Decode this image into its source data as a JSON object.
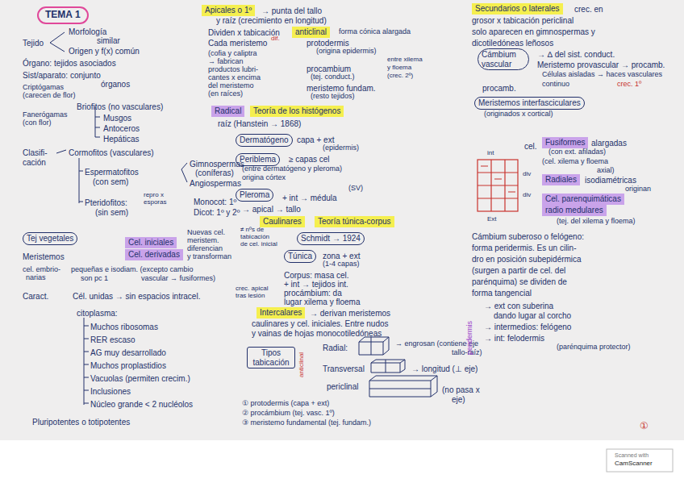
{
  "diagram": {
    "nodes": [
      {
        "text": [
          "TEMA 1"
        ]
      },
      {
        "text": [
          "Tej vegetales"
        ]
      },
      {
        "text": [
          "Cel. iniciales"
        ]
      },
      {
        "text": [
          "Cel. derivadas"
        ]
      },
      {
        "text": [
          "Apicales o 1º"
        ]
      },
      {
        "text": [
          "anticlinal"
        ]
      },
      {
        "text": [
          "Radical"
        ]
      },
      {
        "text": [
          "Teoría de los histógenos"
        ]
      },
      {
        "text": [
          "Dermatógeno"
        ]
      },
      {
        "text": [
          "Periblema"
        ]
      },
      {
        "text": [
          "Pleroma"
        ]
      },
      {
        "text": [
          "Caulinares"
        ]
      },
      {
        "text": [
          "Teoría túnica-corpus"
        ]
      },
      {
        "text": [
          "Schmidt → 1924"
        ]
      },
      {
        "text": [
          "Túnica"
        ]
      },
      {
        "text": [
          "Intercalares"
        ]
      },
      {
        "text": [
          "Tipos tabicación"
        ]
      },
      {
        "text": [
          "Secundarios o laterales"
        ]
      },
      {
        "text": [
          "Cámbium vascular"
        ]
      },
      {
        "text": [
          "Meristemos interfasciculares"
        ]
      },
      {
        "text": [
          "Fusiformes"
        ]
      },
      {
        "text": [
          "Radiales"
        ]
      },
      {
        "text": [
          "Cel. parenquimáticas"
        ]
      },
      {
        "text": [
          "radio medulares"
        ]
      }
    ],
    "labels": [
      "Tejido",
      "Morfología",
      "similar",
      "Origen y f(x) común",
      "Órgano: tejidos asociados",
      "Sist/aparato: conjunto",
      "órganos",
      "Criptógamas",
      "(carecen de flor)",
      "Briofitos (no vasculares)",
      "Fanerógamas",
      "(con flor)",
      "Musgos",
      "Antoceros",
      "Hepáticas",
      "Clasifi-",
      "cación",
      "Cormofitos (vasculares)",
      "Espermatofitos",
      "(con sem)",
      "Gimnospermas",
      "(coníferas)",
      "Angiospermas",
      "Pteridofitos:",
      "(sin sem)",
      "repro x esporas",
      "Monocot: 1º",
      "Dicot: 1º y 2º",
      "Meristemos",
      "Nuevas cel.",
      "meristem.",
      "diferencian",
      "y transforman",
      "cel. embrio-",
      "narias",
      "pequeñas e isodiam. (excepto cambio",
      "son pc 1",
      "vascular → fusiformes)",
      "Caract.",
      "Cél. unidas → sin espacios intracel.",
      "citoplasma:",
      "Muchos ribosomas",
      "RER escaso",
      "AG muy desarrollado",
      "Muchos proplastidios",
      "Vacuolas (permiten crecim.)",
      "Inclusiones",
      "Núcleo grande < 2 nucléolos",
      "Pluripotentes o totipotentes",
      "→ punta del tallo",
      "y raíz (crecimiento en longitud)",
      "Dividen x tabicación",
      "forma cónica alargada",
      "Cada meristemo",
      "dif.",
      "protodermis",
      "(origina epidermis)",
      "(cofia y caliptra",
      "→ fabrican",
      "productos lubri-",
      "cantes x encima",
      "del meristemo",
      "(en raíces)",
      "entre xilema",
      "y floema",
      "(crec. 2º)",
      "procambium",
      "(tej. conduct.)",
      "meristemo fundam.",
      "(resto tejidos)",
      "raíz (Hanstein → 1868)",
      "capa + ext",
      "(epidermis)",
      "≥ capas cel",
      "(entre dermatógeno y pleroma)",
      "origina córtex",
      "+ int → médula",
      "(SV)",
      "→ apical → tallo",
      "≠ nºs de",
      "tabicación",
      "de cel. inicial",
      "zona + ext",
      "(1-4 capas)",
      "Corpus: masa cel.",
      "+ int → tejidos int.",
      "crec. apical",
      "tras lesión",
      "procámbium: da",
      "lugar xilema y floema",
      "→ derivan meristemos",
      "caulinares y cel. iniciales. Entre nudos",
      "y vainas de hojas monocotiledóneas",
      "anticlinal",
      "Radial:",
      "→ engrosan (contiene eje",
      "tallo-raíz)",
      "Transversal",
      "→ longitud (⊥ eje)",
      "periclinal",
      "(no pasa x",
      "eje)",
      "① protodermis (capa + ext)",
      "② procámbium (tej. vasc. 1º)",
      "③ meristemo fundamental (tej. fundam.)",
      "crec. en",
      "grosor x tabicación periclinal",
      "solo aparecen en gimnospermas y",
      "dicotiledóneas leñosos",
      "→ ∆ del sist. conduct.",
      "Meristemo provascular → procamb.",
      "Células aisladas → haces vasculares",
      "continuo",
      "crec. 1º",
      "procamb.",
      "(originados x cortical)",
      "int",
      "cel.",
      "alargadas",
      "(con ext. afiladas)",
      "(cel. xilema y floema",
      "axial)",
      "div",
      "div",
      "Ext",
      "isodiamétricas",
      "originan",
      "(tej. del xilema y floema)",
      "Cámbium suberoso o felógeno:",
      "forma peridermis. Es un cilin-",
      "dro en posición subepidérmica",
      "(surgen a partir de cel. del",
      "parénquima) se dividen de",
      "forma tangencial",
      "peridermis",
      "→ ext con suberina",
      "dando lugar al corcho",
      "→ intermedios: felógeno",
      "→ int: felodermis",
      "(parénquima protector)",
      "①",
      "Scanned with",
      "CamScanner"
    ]
  }
}
